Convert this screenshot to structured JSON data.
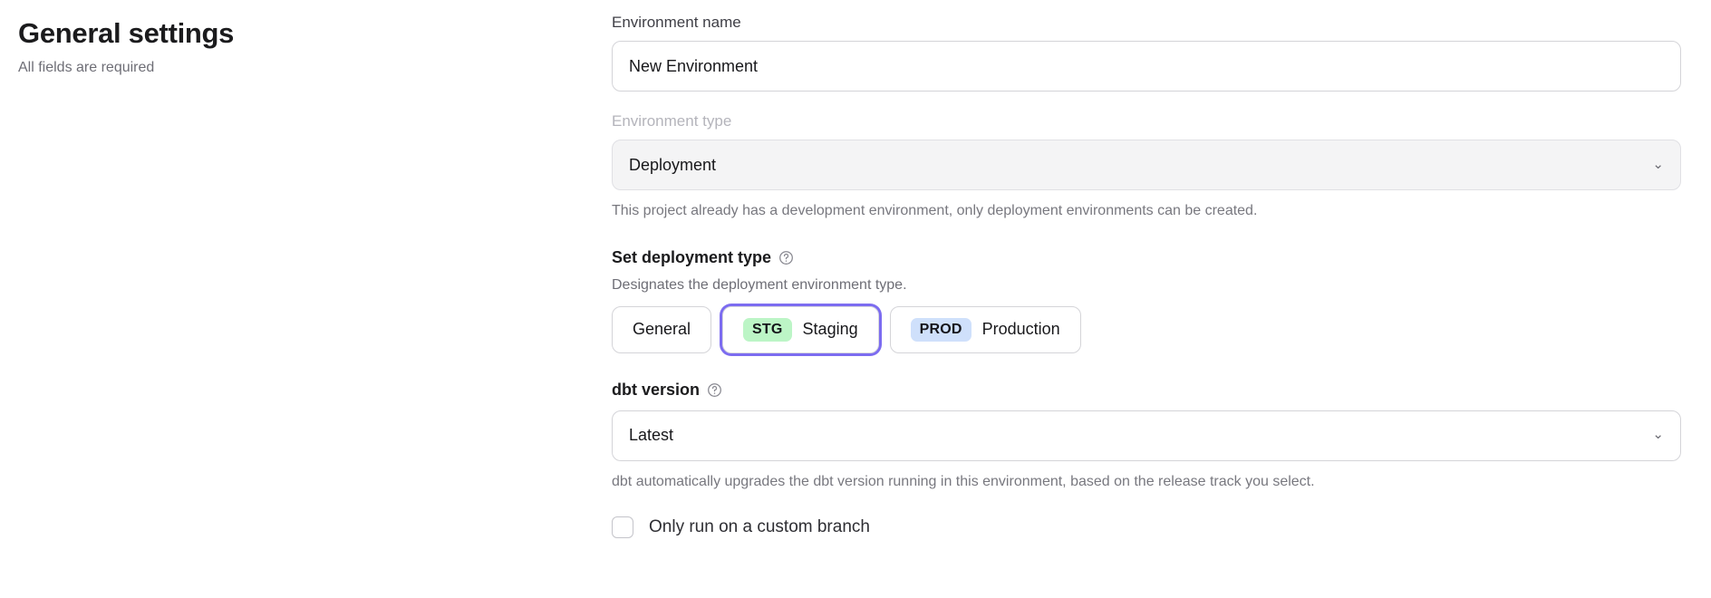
{
  "header": {
    "title": "General settings",
    "subtitle": "All fields are required"
  },
  "form": {
    "environment_name": {
      "label": "Environment name",
      "value": "New Environment",
      "placeholder": "Environment name"
    },
    "environment_type": {
      "label": "Environment type",
      "value": "Deployment",
      "chevron": "chevron-down-icon",
      "helper": "This project already has a development environment, only deployment environments can be created.",
      "disabled": true
    },
    "deployment_type": {
      "heading": "Set deployment type",
      "help_icon": "help-circle-icon",
      "description": "Designates the deployment environment type.",
      "options": [
        {
          "id": "general",
          "badge": "",
          "label": "General",
          "selected": false
        },
        {
          "id": "staging",
          "badge": "STG",
          "label": "Staging",
          "selected": true,
          "badge_color": "#bcf5c6"
        },
        {
          "id": "production",
          "badge": "PROD",
          "label": "Production",
          "selected": false,
          "badge_color": "#cfe0fb"
        }
      ],
      "selected_color": "#7c6cf0"
    },
    "dbt_version": {
      "label": "dbt version",
      "help_icon": "help-circle-icon",
      "value": "Latest",
      "chevron": "chevron-down-icon",
      "helper": "dbt automatically upgrades the dbt version running in this environment, based on the release track you select."
    },
    "custom_branch": {
      "label": "Only run on a custom branch",
      "checked": false
    }
  }
}
